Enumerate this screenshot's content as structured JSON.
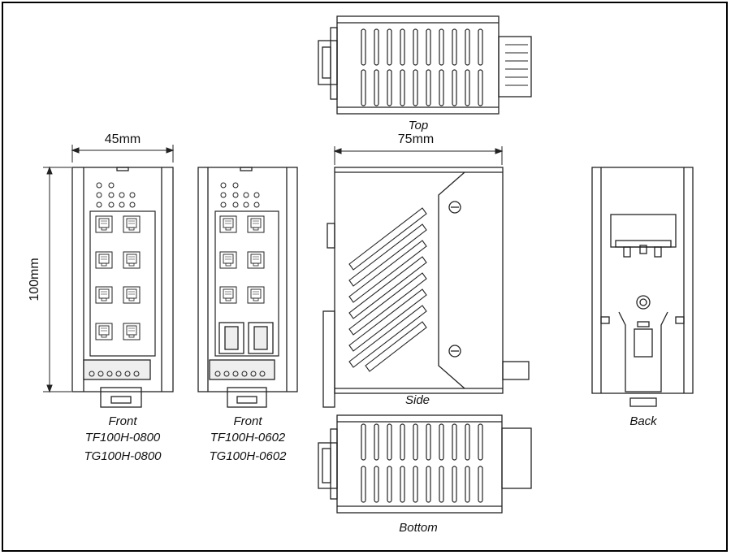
{
  "dimensions": {
    "width_front": "45mm",
    "height": "100mm",
    "depth_side": "75mm"
  },
  "views": {
    "top": "Top",
    "side": "Side",
    "bottom": "Bottom",
    "back": "Back",
    "front_a": {
      "caption": "Front",
      "models": [
        "TF100H-0800",
        "TG100H-0800"
      ]
    },
    "front_b": {
      "caption": "Front",
      "models": [
        "TF100H-0602",
        "TG100H-0602"
      ]
    }
  }
}
